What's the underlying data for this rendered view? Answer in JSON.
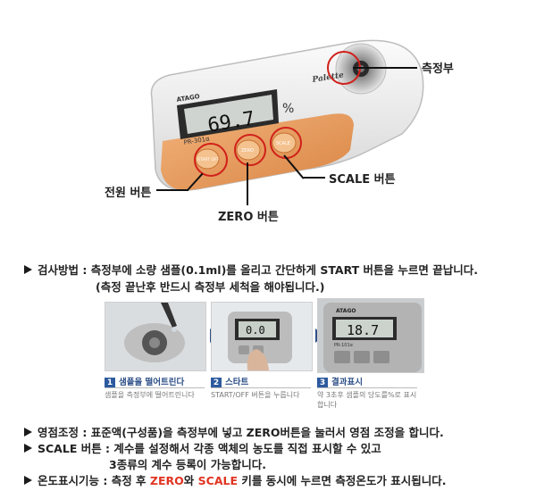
{
  "device": {
    "brand": "ATAGO",
    "model": "PR-301α",
    "series": "Palette",
    "display_value": "69.7",
    "unit": "%",
    "start_label": "START OFF",
    "zero_label": "ZERO",
    "scale_label": "SCALE"
  },
  "callouts": {
    "measuring_part": "측정부",
    "scale_button": "SCALE 버튼",
    "power_button": "전원 버튼",
    "zero_button": "ZERO 버튼"
  },
  "method": {
    "line1": "검사방법 : 측정부에 소량 샘플(0.1ml)를 올리고 간단하게 START 버튼을 누르면 끝납니다.",
    "line2": "(측정 끝난후 반드시 측정부 세척을 해야됩니다.)"
  },
  "steps": [
    {
      "num": "1",
      "title": "샘플을 떨어트린다",
      "desc": "샘플을 측정부에 떨어트린니다"
    },
    {
      "num": "2",
      "title": "스타트",
      "desc": "START/OFF 버튼을 누릅니다",
      "screen": "0.0"
    },
    {
      "num": "3",
      "title": "결과표시",
      "desc": "약 3초후 샘플의 당도를%로 표시합니다",
      "screen": "18.7",
      "model": "PR-101α",
      "brand": "ATAGO"
    }
  ],
  "notes": {
    "zero_adjust": "영점조정 : 표준액(구성품)을 측정부에 넣고 ZERO버튼을 눌러서 영점 조정을 합니다.",
    "scale_1": "SCALE 버튼 : 계수를 설정해서 각종 액체의 농도를 직접 표시할 수 있고",
    "scale_2": "3종류의 계수 등록이 가능합니다.",
    "temp_prefix": "온도표시기능 : 측정 후 ",
    "temp_zero": "ZERO",
    "temp_and": "와 ",
    "temp_scale": "SCALE",
    "temp_suffix": " 키를 동시에 누르면 측정온도가 표시됩니다."
  }
}
